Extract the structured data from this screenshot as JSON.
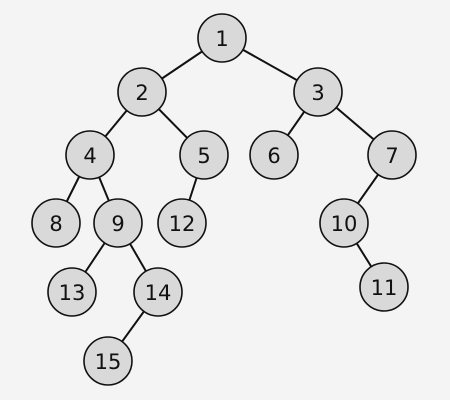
{
  "tree": {
    "nodes": [
      {
        "id": "n1",
        "label": "1"
      },
      {
        "id": "n2",
        "label": "2"
      },
      {
        "id": "n3",
        "label": "3"
      },
      {
        "id": "n4",
        "label": "4"
      },
      {
        "id": "n5",
        "label": "5"
      },
      {
        "id": "n6",
        "label": "6"
      },
      {
        "id": "n7",
        "label": "7"
      },
      {
        "id": "n8",
        "label": "8"
      },
      {
        "id": "n9",
        "label": "9"
      },
      {
        "id": "n12",
        "label": "12"
      },
      {
        "id": "n10",
        "label": "10"
      },
      {
        "id": "n13",
        "label": "13"
      },
      {
        "id": "n14",
        "label": "14"
      },
      {
        "id": "n11",
        "label": "11"
      },
      {
        "id": "n15",
        "label": "15"
      }
    ],
    "edges": [
      [
        "n1",
        "n2"
      ],
      [
        "n1",
        "n3"
      ],
      [
        "n2",
        "n4"
      ],
      [
        "n2",
        "n5"
      ],
      [
        "n3",
        "n6"
      ],
      [
        "n3",
        "n7"
      ],
      [
        "n4",
        "n8"
      ],
      [
        "n4",
        "n9"
      ],
      [
        "n5",
        "n12"
      ],
      [
        "n7",
        "n10"
      ],
      [
        "n9",
        "n13"
      ],
      [
        "n9",
        "n14"
      ],
      [
        "n10",
        "n11"
      ],
      [
        "n14",
        "n15"
      ]
    ],
    "colors": {
      "background": "#f4f4f4",
      "node_fill": "#d9d9d9",
      "stroke": "#111111"
    }
  }
}
